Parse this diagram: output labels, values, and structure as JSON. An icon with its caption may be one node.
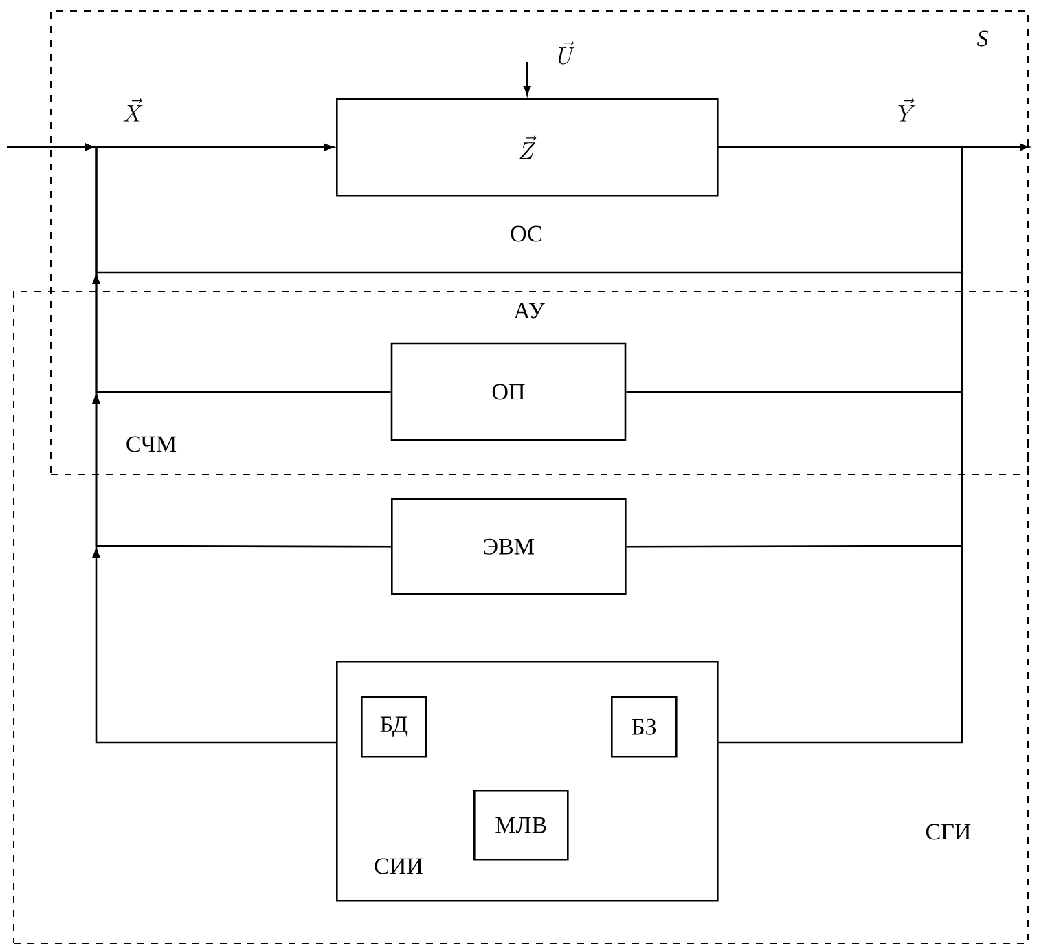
{
  "diagram": {
    "nodes": [
      {
        "text": [
          "S"
        ]
      },
      {
        "text": [
          "\\vec{Z}"
        ],
        "in": 0
      },
      {
        "text": [
          "СГИ"
        ]
      },
      {
        "text": [
          "ОП"
        ]
      },
      {
        "text": [
          "ЭВМ"
        ],
        "in": 2
      },
      {
        "text": [
          "СИИ"
        ],
        "in": 2
      },
      {
        "text": [
          "БД"
        ],
        "in": 5
      },
      {
        "text": [
          "БЗ"
        ],
        "in": 5
      },
      {
        "text": [
          "МЛВ"
        ],
        "in": 5
      }
    ],
    "edges": [
      {
        "from": null,
        "to": 1,
        "arrow": "to",
        "label": "\\vec{X}"
      },
      {
        "from": null,
        "to": 1,
        "arrow": "to",
        "label": "\\vec{U}"
      },
      {
        "from": 1,
        "to": null,
        "arrow": "to",
        "label": "\\vec{Y}"
      },
      {
        "from": 1,
        "to": 1,
        "arrow": "to",
        "label": "ОС"
      },
      {
        "from": 1,
        "to": 3,
        "arrow": "none"
      },
      {
        "from": 3,
        "to": 1,
        "arrow": "to"
      },
      {
        "from": 1,
        "to": 4,
        "arrow": "none"
      },
      {
        "from": 4,
        "to": 1,
        "arrow": "to"
      },
      {
        "from": 1,
        "to": 5,
        "arrow": "none"
      },
      {
        "from": 5,
        "to": 1,
        "arrow": "to"
      }
    ],
    "labels": [
      "АУ",
      "СЧМ"
    ]
  }
}
